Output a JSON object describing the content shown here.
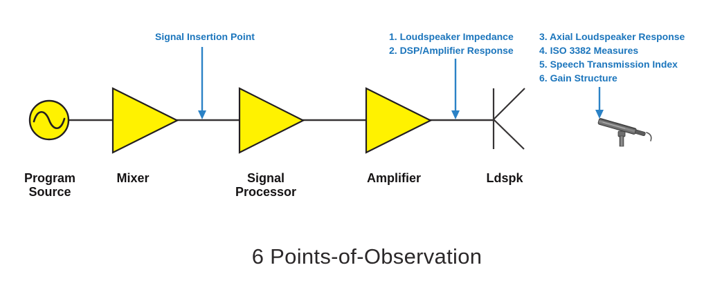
{
  "title": "6 Points-of-Observation",
  "colors": {
    "annotation_blue": "#1b75bc",
    "component_fill_yellow": "#fff200",
    "outline_dark": "#231f20"
  },
  "annotations": {
    "signal_insertion_point": "Signal Insertion Point",
    "amp_output_points": [
      "1. Loudspeaker Impedance",
      "2. DSP/Amplifier Response"
    ],
    "acoustic_points": [
      "3. Axial Loudspeaker Response",
      "4. ISO 3382 Measures",
      "5. Speech Transmission Index",
      "6. Gain Structure"
    ]
  },
  "components": {
    "program_source": "Program\nSource",
    "mixer": "Mixer",
    "signal_processor": "Signal\nProcessor",
    "amplifier": "Amplifier",
    "loudspeaker": "Ldspk"
  }
}
